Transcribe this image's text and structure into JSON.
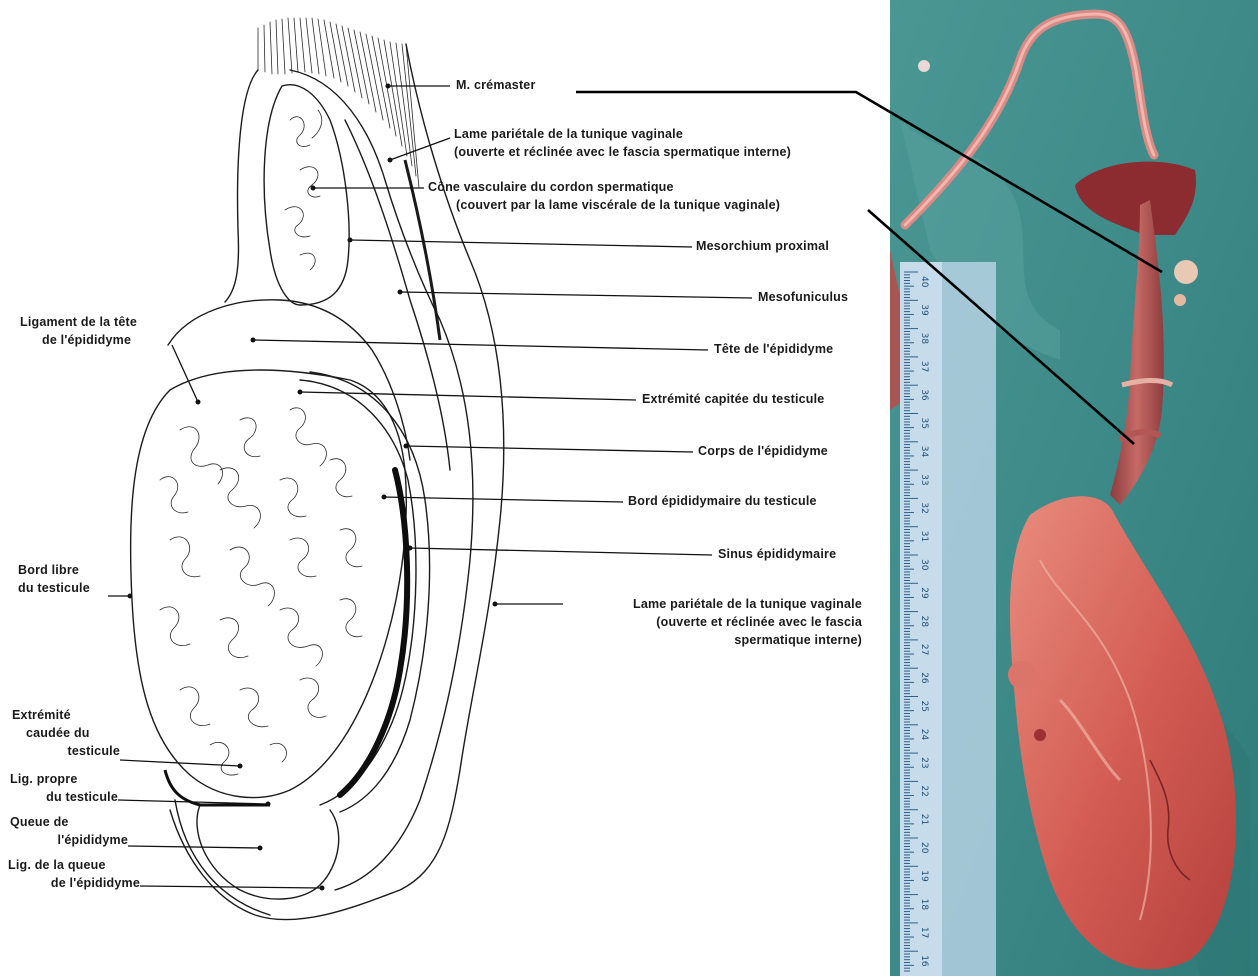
{
  "labels": {
    "cremaster": "M. crémaster",
    "lame_parietale_top_1": "Lame pariétale de la tunique vaginale",
    "lame_parietale_top_2": "(ouverte et réclinée avec le fascia spermatique interne)",
    "cone_vasculaire_1": "Cône vasculaire du cordon spermatique",
    "cone_vasculaire_2": "(couvert par la lame viscérale de la tunique vaginale)",
    "mesorchium": "Mesorchium proximal",
    "mesofuniculus": "Mesofuniculus",
    "ligament_tete_1": "Ligament de la tête",
    "ligament_tete_2": "de l'épididyme",
    "tete_epididyme": "Tête de l'épididyme",
    "extremite_capitee": "Extrémité capitée du testicule",
    "corps_epididyme": "Corps de l'épididyme",
    "bord_epididymaire": "Bord épididymaire du testicule",
    "sinus_epididymaire": "Sinus épididymaire",
    "bord_libre_1": "Bord libre",
    "bord_libre_2": "du testicule",
    "lame_parietale_bottom_1": "Lame pariétale de la tunique vaginale",
    "lame_parietale_bottom_2": "(ouverte et réclinée avec le fascia",
    "lame_parietale_bottom_3": "spermatique interne)",
    "extremite_caudee_1": "Extrémité",
    "extremite_caudee_2": "caudée du",
    "extremite_caudee_3": "testicule",
    "lig_propre_1": "Lig. propre",
    "lig_propre_2": "du testicule",
    "queue_1": "Queue de",
    "queue_2": "l'épididyme",
    "lig_queue_1": "Lig. de la queue",
    "lig_queue_2": "de l'épididyme"
  },
  "ruler": {
    "numbers": [
      "40",
      "39",
      "38",
      "37",
      "36",
      "35",
      "34",
      "33",
      "32",
      "31",
      "30",
      "29",
      "28",
      "27",
      "26",
      "25",
      "24",
      "23",
      "22",
      "21",
      "20",
      "19",
      "18",
      "17",
      "16"
    ]
  },
  "colors": {
    "drape": "#3d8c8a",
    "tissue": "#c9514f",
    "tissue_light": "#e08679",
    "ruler": "#b9d3e6"
  }
}
